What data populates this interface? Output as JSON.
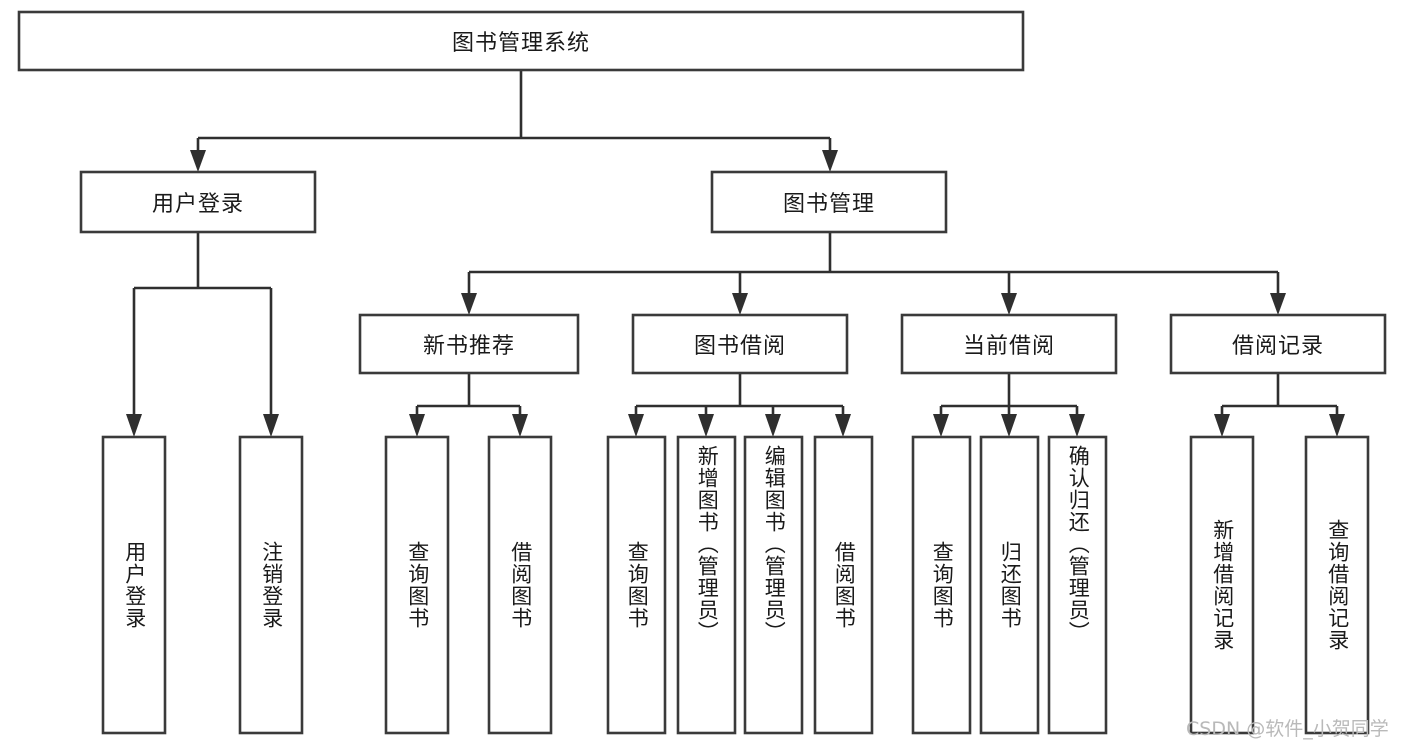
{
  "diagram": {
    "type": "hierarchy-tree",
    "title": "图书管理系统",
    "watermark": "CSDN @软件_小贺同学",
    "colors": {
      "box_fill": "#ffffff",
      "box_stroke": "#3a3a3a",
      "connector": "#2f2f2f",
      "text": "#1a1a1a",
      "watermark": "#b9b9b9"
    },
    "levels": {
      "level1": [
        "图书管理系统"
      ],
      "level2": [
        "用户登录",
        "图书管理"
      ],
      "level3": [
        "新书推荐",
        "图书借阅",
        "当前借阅",
        "借阅记录"
      ],
      "level4": [
        "用户登录",
        "注销登录",
        "查询图书",
        "借阅图书",
        "查询图书",
        "新增图书（管理员）",
        "编辑图书（管理员）",
        "借阅图书",
        "查询图书",
        "归还图书",
        "确认归还（管理员）",
        "新增借阅记录",
        "查询借阅记录"
      ]
    },
    "nodes": {
      "root": {
        "label": "图书管理系统"
      },
      "user_login": {
        "label": "用户登录"
      },
      "book_manage": {
        "label": "图书管理"
      },
      "new_book_rec": {
        "label": "新书推荐"
      },
      "book_borrow": {
        "label": "图书借阅"
      },
      "current_borrow": {
        "label": "当前借阅"
      },
      "borrow_record": {
        "label": "借阅记录"
      }
    },
    "leaves": [
      {
        "id": "leaf-user-login",
        "label": "用户登录"
      },
      {
        "id": "leaf-logout",
        "label": "注销登录"
      },
      {
        "id": "leaf-query-book-1",
        "label": "查询图书"
      },
      {
        "id": "leaf-borrow-book-1",
        "label": "借阅图书"
      },
      {
        "id": "leaf-query-book-2",
        "label": "查询图书"
      },
      {
        "id": "leaf-add-book",
        "label": "新增图书（管理员）"
      },
      {
        "id": "leaf-edit-book",
        "label": "编辑图书（管理员）"
      },
      {
        "id": "leaf-borrow-book-2",
        "label": "借阅图书"
      },
      {
        "id": "leaf-query-book-3",
        "label": "查询图书"
      },
      {
        "id": "leaf-return-book",
        "label": "归还图书"
      },
      {
        "id": "leaf-confirm-return",
        "label": "确认归还（管理员）"
      },
      {
        "id": "leaf-add-record",
        "label": "新增借阅记录"
      },
      {
        "id": "leaf-query-record",
        "label": "查询借阅记录"
      }
    ]
  }
}
